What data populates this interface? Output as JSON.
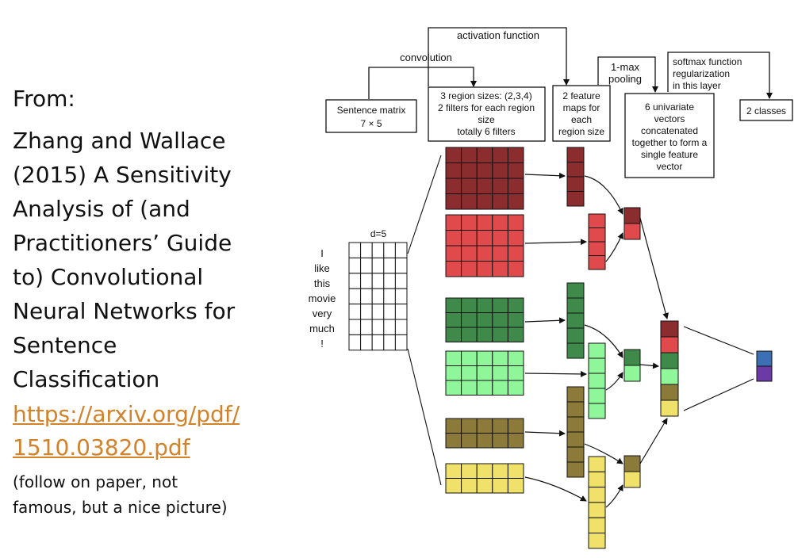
{
  "slide": {
    "from_label": "From:",
    "reference_lines": [
      "Zhang and Wallace",
      "(2015) A Sensitivity",
      "Analysis of (and",
      "Practitioners’ Guide",
      "to) Convolutional",
      "Neural Networks for",
      "Sentence",
      "Classification"
    ],
    "link_lines": [
      "https://arxiv.org/pdf/",
      "1510.03820.pdf"
    ],
    "note_lines": [
      "(follow on paper, not",
      "famous, but a nice picture)"
    ]
  },
  "diagram": {
    "top_labels": {
      "activation": "activation function",
      "convolution": "convolution",
      "max_pooling": [
        "1-max",
        "pooling"
      ],
      "softmax": [
        "softmax function",
        "regularization",
        "in this layer"
      ]
    },
    "boxes": {
      "sentence_matrix": [
        "Sentence matrix",
        "7 × 5"
      ],
      "region_sizes": [
        "3 region sizes: (2,3,4)",
        "2 filters for each region",
        "size",
        "totally 6 filters"
      ],
      "feature_maps": [
        "2 feature",
        "maps for",
        "each",
        "region size"
      ],
      "univariate": [
        "6 univariate",
        "vectors",
        "concatenated",
        "together to form a",
        "single feature",
        "vector"
      ],
      "classes": [
        "2 classes"
      ]
    },
    "matrix_dim_label": "d=5",
    "sentence_words": [
      "I",
      "like",
      "this",
      "movie",
      "very",
      "much",
      "!"
    ],
    "colors": {
      "dark_red": "#8b2c2f",
      "red": "#e04a4c",
      "dark_green": "#3f8a4b",
      "light_green": "#8ff79a",
      "olive": "#8b7a3a",
      "yellow": "#f0e16a",
      "blue": "#3d6fb4",
      "purple": "#6b3aa6"
    }
  }
}
